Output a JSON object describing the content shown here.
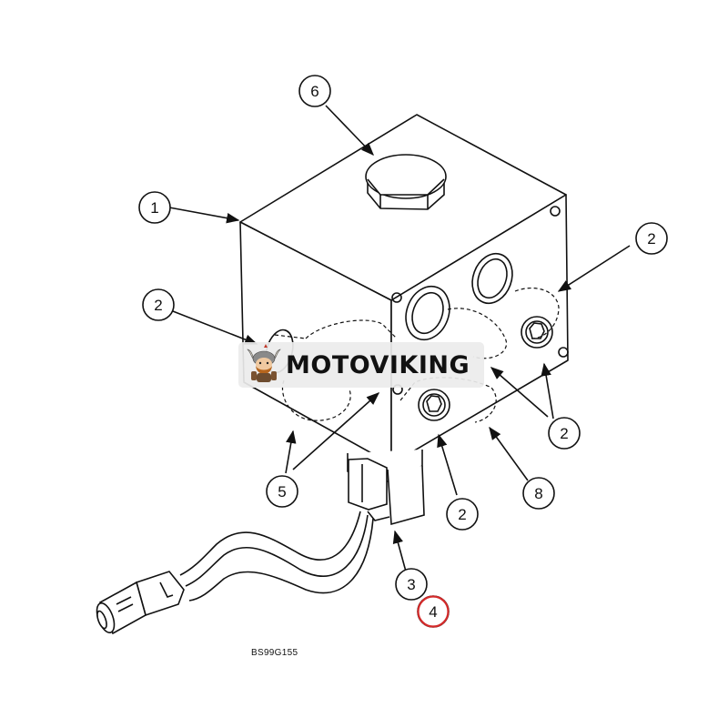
{
  "callouts": [
    {
      "id": "c6",
      "label": "6"
    },
    {
      "id": "c1",
      "label": "1"
    },
    {
      "id": "c2a",
      "label": "2"
    },
    {
      "id": "c2b",
      "label": "2"
    },
    {
      "id": "c2c",
      "label": "2"
    },
    {
      "id": "c2d",
      "label": "2"
    },
    {
      "id": "c5",
      "label": "5"
    },
    {
      "id": "c8",
      "label": "8"
    },
    {
      "id": "c3",
      "label": "3"
    },
    {
      "id": "c4",
      "label": "4"
    }
  ],
  "reference_code": "BS99G155",
  "watermark": {
    "text": "MOTOVIKING",
    "logo": "viking-mascot-icon"
  },
  "colors": {
    "line": "#111111",
    "highlight": "#d42a2a",
    "banner": "#ebebeb"
  }
}
